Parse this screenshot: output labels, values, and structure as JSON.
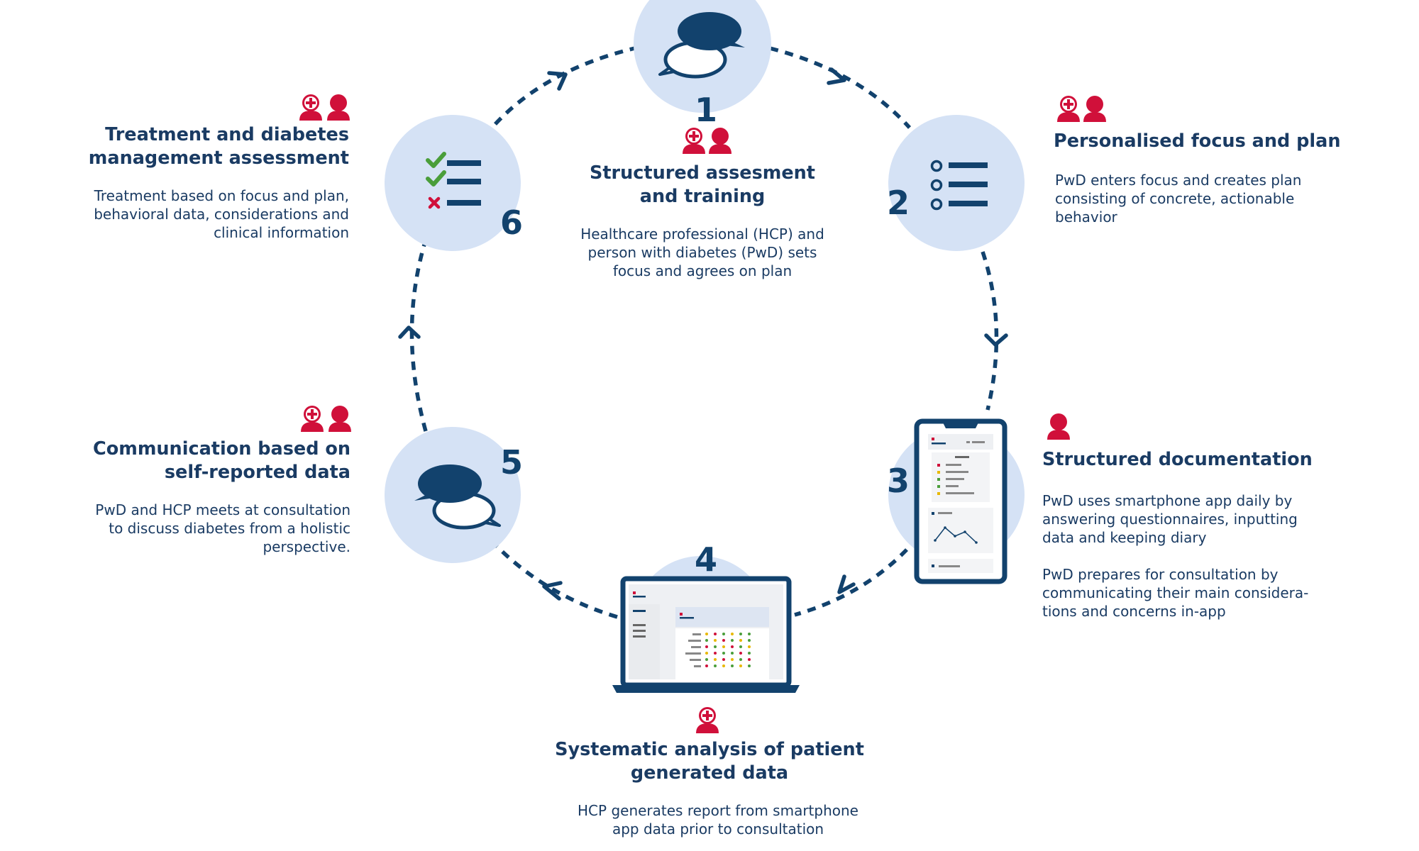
{
  "colors": {
    "navy": "#12426d",
    "circle": "#d5e2f5",
    "red": "#d0103a",
    "green": "#4a9e3a",
    "text": "#1a3b63"
  },
  "steps": [
    {
      "number": "1",
      "icon": "speech-bubbles-icon",
      "actors": [
        "hcp-icon",
        "person-icon"
      ],
      "title_lines": [
        "Structured assesment",
        "and training"
      ],
      "desc_lines": [
        "Healthcare professional (HCP) and",
        "person with diabetes (PwD) sets",
        "focus and agrees on plan"
      ]
    },
    {
      "number": "2",
      "icon": "list-icon",
      "actors": [
        "hcp-icon",
        "person-icon"
      ],
      "title_lines": [
        "Personalised focus and plan"
      ],
      "desc_lines": [
        "PwD enters focus and creates plan",
        "consisting of concrete, actionable",
        "behavior"
      ]
    },
    {
      "number": "3",
      "icon": "smartphone-icon",
      "actors": [
        "person-icon"
      ],
      "title_lines": [
        "Structured documentation"
      ],
      "desc_lines": [
        "PwD uses smartphone app daily by",
        "answering questionnaires, inputting",
        "data and keeping diary"
      ],
      "desc2_lines": [
        "PwD prepares for consultation by",
        "communicating their main considera-",
        "tions and concerns in-app"
      ]
    },
    {
      "number": "4",
      "icon": "laptop-icon",
      "actors": [
        "hcp-icon"
      ],
      "title_lines": [
        "Systematic analysis of patient",
        "generated data"
      ],
      "desc_lines": [
        "HCP generates report from smartphone",
        "app data prior to consultation"
      ]
    },
    {
      "number": "5",
      "icon": "speech-bubbles-icon",
      "actors": [
        "hcp-icon",
        "person-icon"
      ],
      "title_lines": [
        "Communication based on",
        "self-reported data"
      ],
      "desc_lines": [
        "PwD and HCP meets at consultation",
        "to discuss diabetes from a holistic",
        "perspective."
      ]
    },
    {
      "number": "6",
      "icon": "checklist-icon",
      "actors": [
        "hcp-icon",
        "person-icon"
      ],
      "title_lines": [
        "Treatment and diabetes",
        "management assessment"
      ],
      "desc_lines": [
        "Treatment based on focus and plan,",
        "behavioral data, considerations and",
        "clinical information"
      ]
    }
  ]
}
